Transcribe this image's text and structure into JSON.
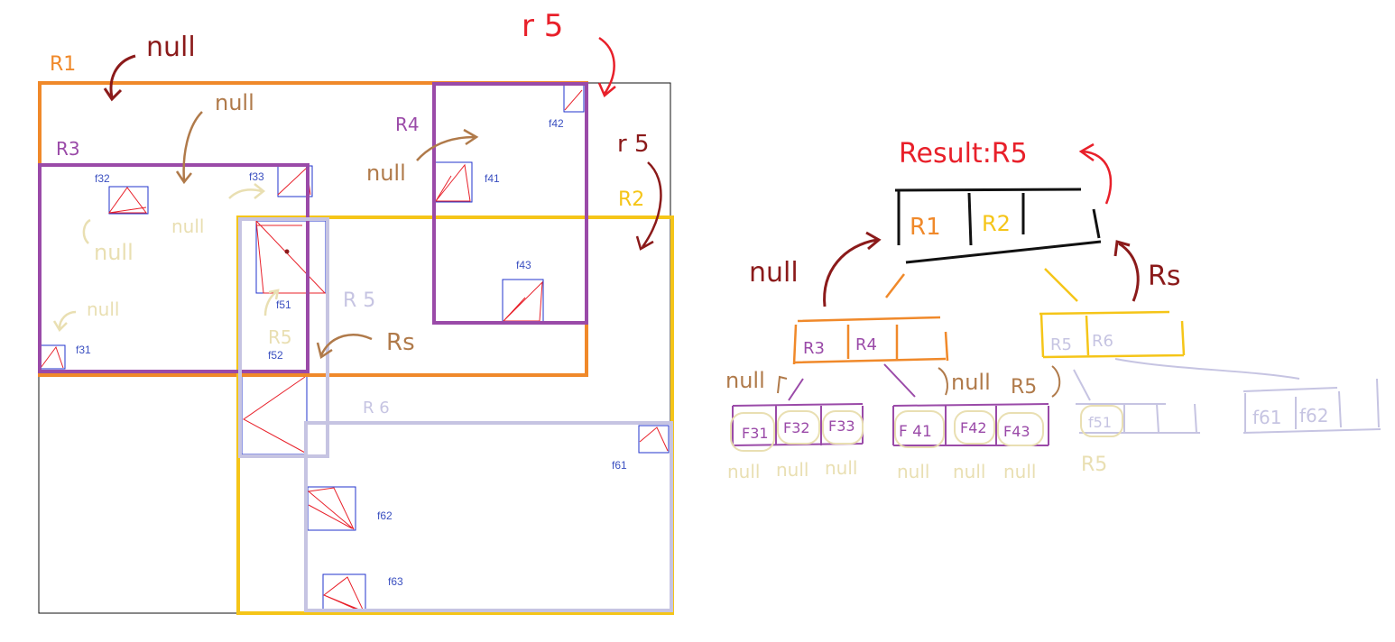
{
  "colors": {
    "orange": "#f0892a",
    "purple": "#9a4aa8",
    "yellow": "#f5c518",
    "lavender": "#c6c4e2",
    "red": "#e8202a",
    "darkred": "#8b1a1a",
    "brown": "#b07a4a",
    "cream": "#e9dfb2",
    "blue": "#2233cc",
    "black": "#111111"
  },
  "annotations": {
    "r1": "R1",
    "r2": "R2",
    "r3": "R3",
    "r4": "R4",
    "r5_lav": "R 5",
    "r6_lav": "R 6",
    "r5_cream": "R5",
    "rs_brown": "Rs",
    "r5_top": "r 5",
    "r5_mid": "r 5",
    "null": "null"
  },
  "leaf_labels": {
    "f31": "f31",
    "f32": "f32",
    "f33": "f33",
    "f41": "f41",
    "f42": "f42",
    "f43": "f43",
    "f51": "f51",
    "f52": "f52",
    "f61": "f61",
    "f62": "f62",
    "f63": "f63"
  },
  "tree": {
    "result": "Result:R5",
    "root": [
      "R1",
      "R2"
    ],
    "rs_right": "Rs",
    "left_node": [
      "R3",
      "R4"
    ],
    "right_node": [
      "R5",
      "R6"
    ],
    "left_leaves": [
      "F31",
      "F32",
      "F33"
    ],
    "mid_leaves": [
      "F 41",
      "F42",
      "F43"
    ],
    "r5_leaf": "f51",
    "r6_leaves": [
      "f61",
      "f62"
    ],
    "r5_under": "R5",
    "r5_right_label": "R5"
  }
}
